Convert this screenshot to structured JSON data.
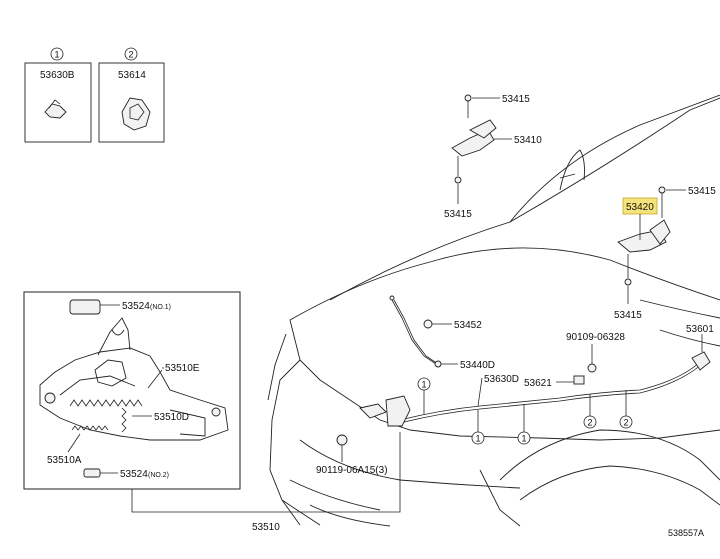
{
  "legend": {
    "item1": {
      "number": "1",
      "part": "53630B"
    },
    "item2": {
      "number": "2",
      "part": "53614"
    }
  },
  "inset": {
    "labels": {
      "p53524_no1": "53524",
      "p53524_no1_suffix": "(NO.1)",
      "p53510E": "53510E",
      "p53510D": "53510D",
      "p53510A": "53510A",
      "p53524_no2": "53524",
      "p53524_no2_suffix": "(NO.2)"
    }
  },
  "parts": {
    "p53415_top": "53415",
    "p53410": "53410",
    "p53415_left": "53415",
    "p53415_right": "53415",
    "p53420": "53420",
    "p53415_lower": "53415",
    "p53452": "53452",
    "p53440D": "53440D",
    "p53630D": "53630D",
    "p53621": "53621",
    "p90109": "90109-06328",
    "p53601": "53601",
    "p90119": "90119-06A15(3)",
    "p53510": "53510"
  },
  "callouts": {
    "c1a": "1",
    "c1b": "1",
    "c1c": "1",
    "c2a": "2",
    "c2b": "2"
  },
  "diagram_code": "538557A",
  "colors": {
    "highlight": "#f5e27a",
    "line": "#222222"
  }
}
